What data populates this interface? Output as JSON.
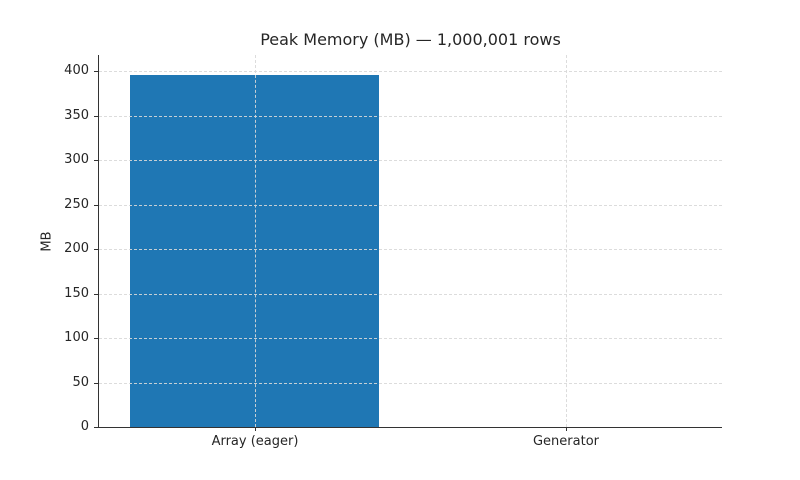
{
  "page": {
    "background": "#ffffff"
  },
  "chart_data": {
    "type": "bar",
    "title": "Peak Memory (MB) — 1,000,001 rows",
    "xlabel": "",
    "ylabel": "MB",
    "categories": [
      "Array (eager)",
      "Generator"
    ],
    "values": [
      395.6,
      0
    ],
    "yticks": [
      0,
      50,
      100,
      150,
      200,
      250,
      300,
      350,
      400
    ],
    "ylim": [
      0,
      418
    ],
    "grid": true,
    "grid_style": "dashed",
    "grid_axes": "both",
    "legend": "none",
    "bar_width_fraction": 0.4,
    "colors": {
      "bar": "#1f77b4",
      "grid": "#d9d9d9",
      "spine": "#333333",
      "text": "#262626"
    }
  }
}
